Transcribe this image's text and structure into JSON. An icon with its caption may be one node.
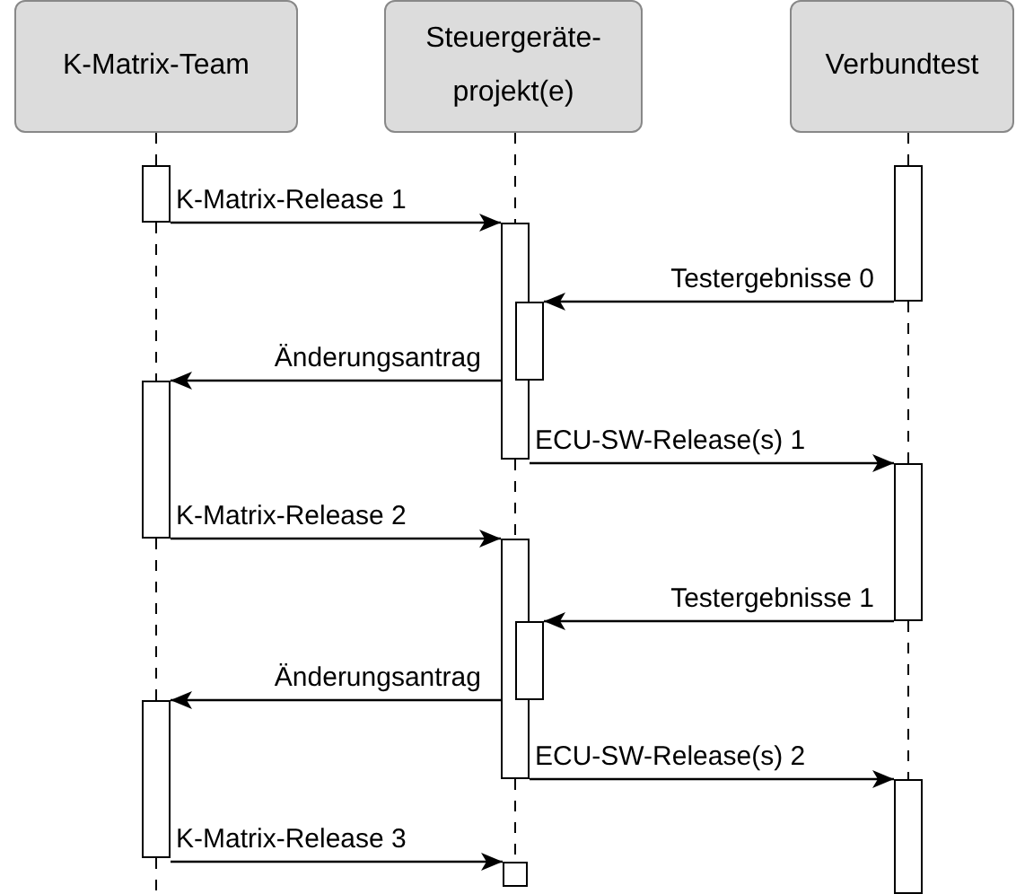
{
  "diagram": {
    "nodes": [
      {
        "text": [
          "K-Matrix-Team"
        ]
      },
      {
        "text": [
          "Steuergeräte-projekt(e)"
        ]
      },
      {
        "text": [
          "Verbundtest"
        ]
      },
      {
        "text": [],
        "shape": "bar"
      },
      {
        "text": [],
        "shape": "bar"
      },
      {
        "text": [],
        "shape": "bar"
      },
      {
        "text": [],
        "shape": "bar"
      },
      {
        "text": [],
        "shape": "bar"
      },
      {
        "text": [],
        "shape": "bar"
      },
      {
        "text": [],
        "shape": "bar"
      },
      {
        "text": [],
        "shape": "bar"
      },
      {
        "text": [],
        "shape": "bar"
      },
      {
        "text": [],
        "shape": "bar"
      },
      {
        "text": [],
        "shape": "bar"
      }
    ],
    "edges": [
      {
        "from": 3,
        "to": 5,
        "arrow": "to",
        "label": "K-Matrix-Release 1"
      },
      {
        "from": 4,
        "to": 6,
        "arrow": "to",
        "label": "Testergebnisse 0"
      },
      {
        "from": 5,
        "to": 7,
        "arrow": "to",
        "label": "Änderungsantrag"
      },
      {
        "from": 5,
        "to": 8,
        "arrow": "to",
        "label": "ECU-SW-Release(s) 1"
      },
      {
        "from": 7,
        "to": 9,
        "arrow": "to",
        "label": "K-Matrix-Release 2"
      },
      {
        "from": 8,
        "to": 10,
        "arrow": "to",
        "label": "Testergebnisse 1"
      },
      {
        "from": 9,
        "to": 11,
        "arrow": "to",
        "label": "Änderungsantrag"
      },
      {
        "from": 9,
        "to": 12,
        "arrow": "to",
        "label": "ECU-SW-Release(s) 2"
      },
      {
        "from": 11,
        "to": 13,
        "arrow": "to",
        "label": "K-Matrix-Release 3"
      },
      {
        "from": 0,
        "to": 3,
        "arrow": "none",
        "style": "dashed"
      },
      {
        "from": 3,
        "to": 7,
        "arrow": "none",
        "style": "dashed"
      },
      {
        "from": 7,
        "to": 11,
        "arrow": "none",
        "style": "dashed"
      },
      {
        "from": 11,
        "to": null,
        "arrow": "none",
        "style": "dashed"
      },
      {
        "from": 1,
        "to": 5,
        "arrow": "none",
        "style": "dashed"
      },
      {
        "from": 5,
        "to": 9,
        "arrow": "none",
        "style": "dashed"
      },
      {
        "from": 9,
        "to": 13,
        "arrow": "none",
        "style": "dashed"
      },
      {
        "from": 2,
        "to": 4,
        "arrow": "none",
        "style": "dashed"
      },
      {
        "from": 4,
        "to": 8,
        "arrow": "none",
        "style": "dashed"
      },
      {
        "from": 8,
        "to": 12,
        "arrow": "none",
        "style": "dashed"
      }
    ]
  }
}
